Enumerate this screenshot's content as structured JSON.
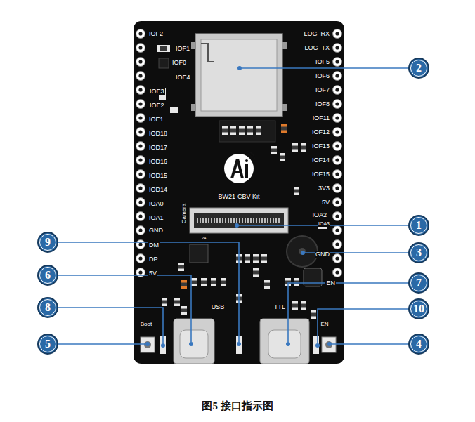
{
  "diagram": {
    "caption": "图5 接口指示图",
    "labels": [
      "IOF2",
      "IOF1",
      "IOF0",
      "IOE4",
      "IOE3",
      "IOE2",
      "IOE1",
      "IOD18",
      "IOD17",
      "IOD16",
      "IOD15",
      "IOD14",
      "IOA0",
      "IOA1",
      "GND",
      "DM",
      "DP",
      "5V",
      "LOG_RX",
      "LOG_TX",
      "IOF5",
      "IOF6",
      "IOF7",
      "IOF8",
      "IOF11",
      "IOF12",
      "IOF13",
      "IOF14",
      "IOF15",
      "3V3",
      "5V",
      "IOA2",
      "IOA3",
      "GND",
      "EN",
      "BW21-CBV-Kit",
      "Camera",
      "USB",
      "TTL",
      "Boot",
      "EN",
      "24",
      "1",
      "2",
      "3",
      "4",
      "5",
      "6",
      "7",
      "8",
      "9",
      "10"
    ]
  }
}
